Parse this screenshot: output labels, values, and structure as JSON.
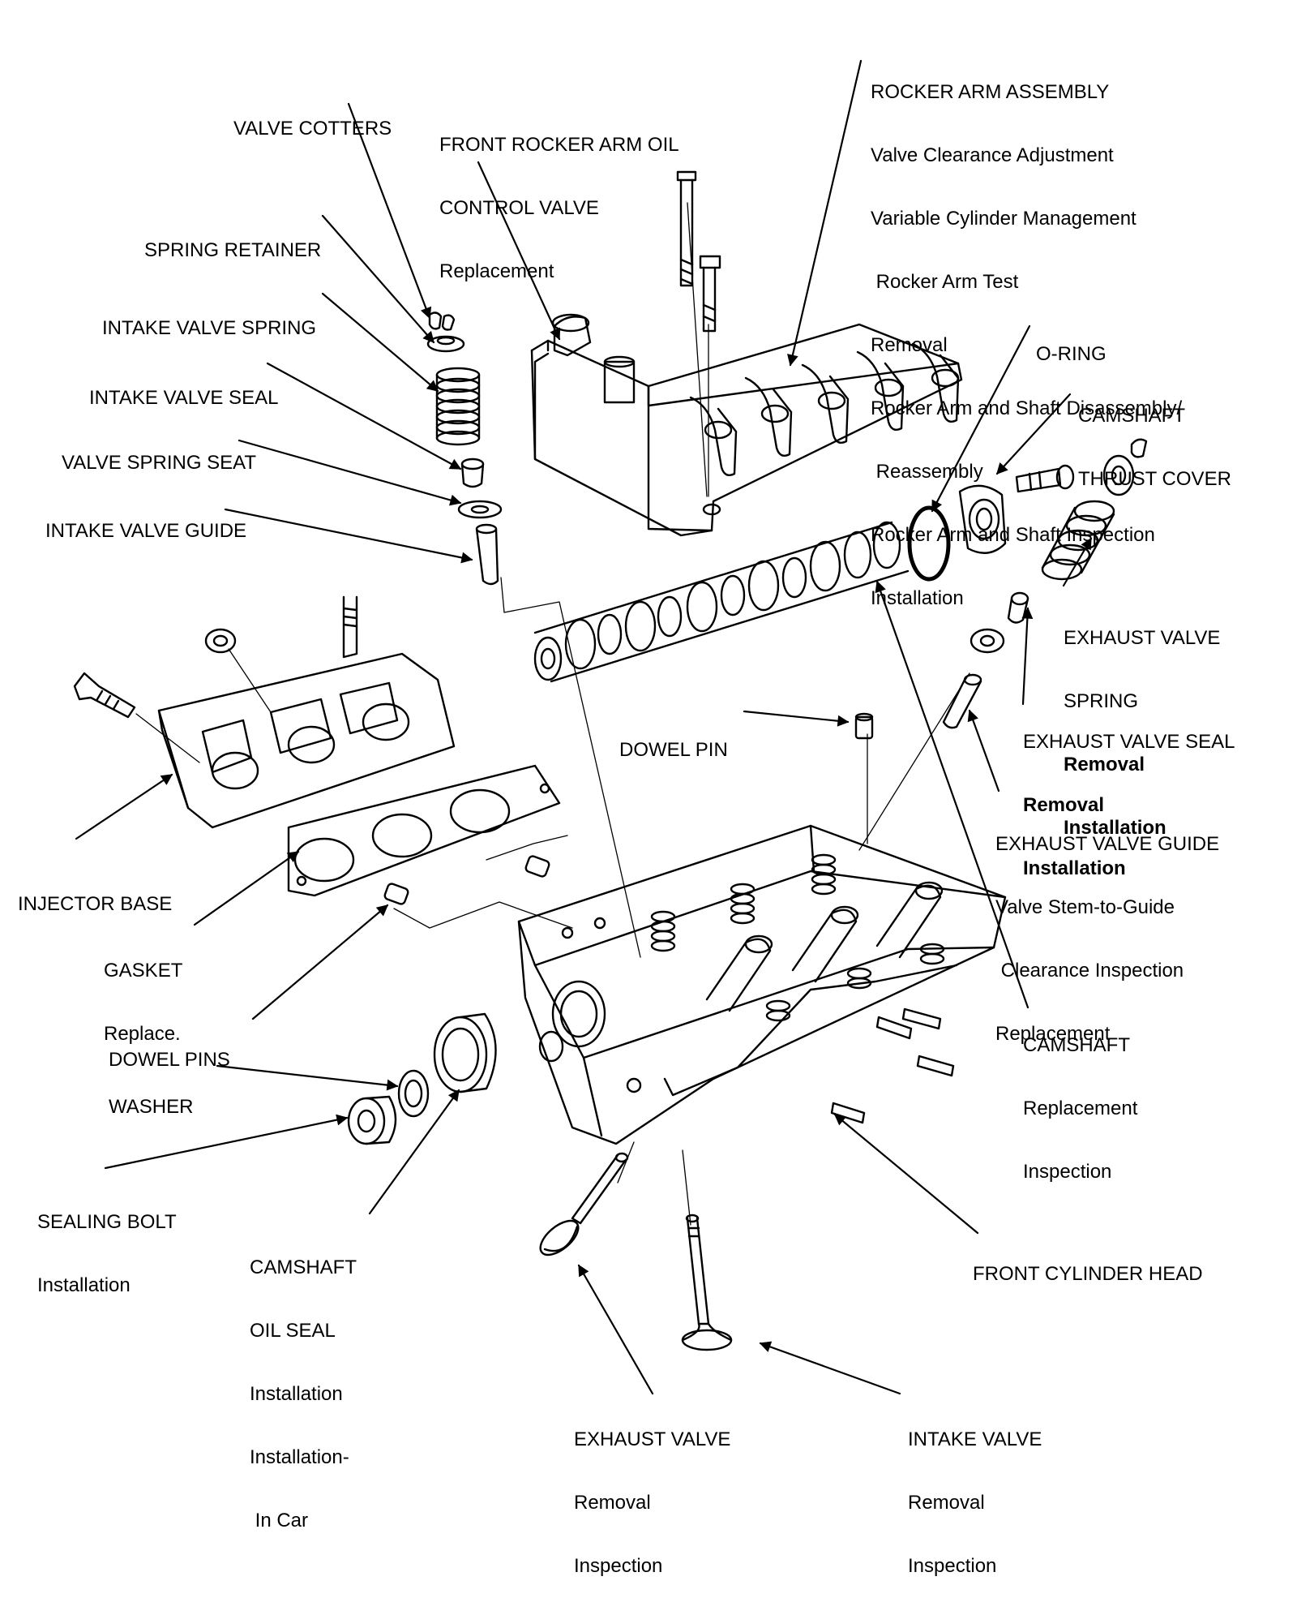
{
  "labels": {
    "valve_cotters": [
      "VALVE COTTERS"
    ],
    "front_rocker_oil_valve": [
      "FRONT ROCKER ARM OIL",
      "CONTROL VALVE",
      "Replacement"
    ],
    "rocker_arm_assembly": [
      "ROCKER ARM ASSEMBLY",
      "Valve Clearance Adjustment",
      "Variable Cylinder Management",
      " Rocker Arm Test",
      "Removal",
      "Rocker Arm and Shaft Disassembly/",
      " Reassembly",
      "Rocker Arm and Shaft Inspection",
      "Installation"
    ],
    "spring_retainer": [
      "SPRING RETAINER"
    ],
    "intake_valve_spring": [
      "INTAKE VALVE SPRING"
    ],
    "intake_valve_seal": [
      "INTAKE VALVE SEAL"
    ],
    "valve_spring_seat": [
      "VALVE SPRING SEAT"
    ],
    "intake_valve_guide": [
      "INTAKE VALVE GUIDE"
    ],
    "o_ring": [
      "O-RING"
    ],
    "camshaft_thrust_cover": [
      "CAMSHAFT",
      "THRUST COVER"
    ],
    "exhaust_valve_spring": [
      "EXHAUST VALVE",
      "SPRING",
      "Removal",
      "Installation"
    ],
    "exhaust_valve_seal": [
      "EXHAUST VALVE SEAL",
      "Removal",
      "Installation"
    ],
    "dowel_pin": [
      "DOWEL PIN"
    ],
    "exhaust_valve_guide": [
      "EXHAUST VALVE GUIDE",
      "Valve Stem-to-Guide",
      " Clearance Inspection",
      "Replacement"
    ],
    "injector_base": [
      "INJECTOR BASE"
    ],
    "gasket": [
      "GASKET",
      "Replace."
    ],
    "dowel_pins": [
      "DOWEL PINS"
    ],
    "washer": [
      "WASHER"
    ],
    "camshaft": [
      "CAMSHAFT",
      "Replacement",
      "Inspection"
    ],
    "sealing_bolt": [
      "SEALING BOLT",
      "Installation"
    ],
    "camshaft_oil_seal": [
      "CAMSHAFT",
      "OIL SEAL",
      "Installation",
      "Installation-",
      " In Car"
    ],
    "front_cylinder_head": [
      "FRONT CYLINDER HEAD"
    ],
    "exhaust_valve": [
      "EXHAUST VALVE",
      "Removal",
      "Inspection"
    ],
    "intake_valve": [
      "INTAKE VALVE",
      "Removal",
      "Inspection"
    ]
  },
  "colors": {
    "ink": "#000000",
    "paper": "#ffffff"
  }
}
